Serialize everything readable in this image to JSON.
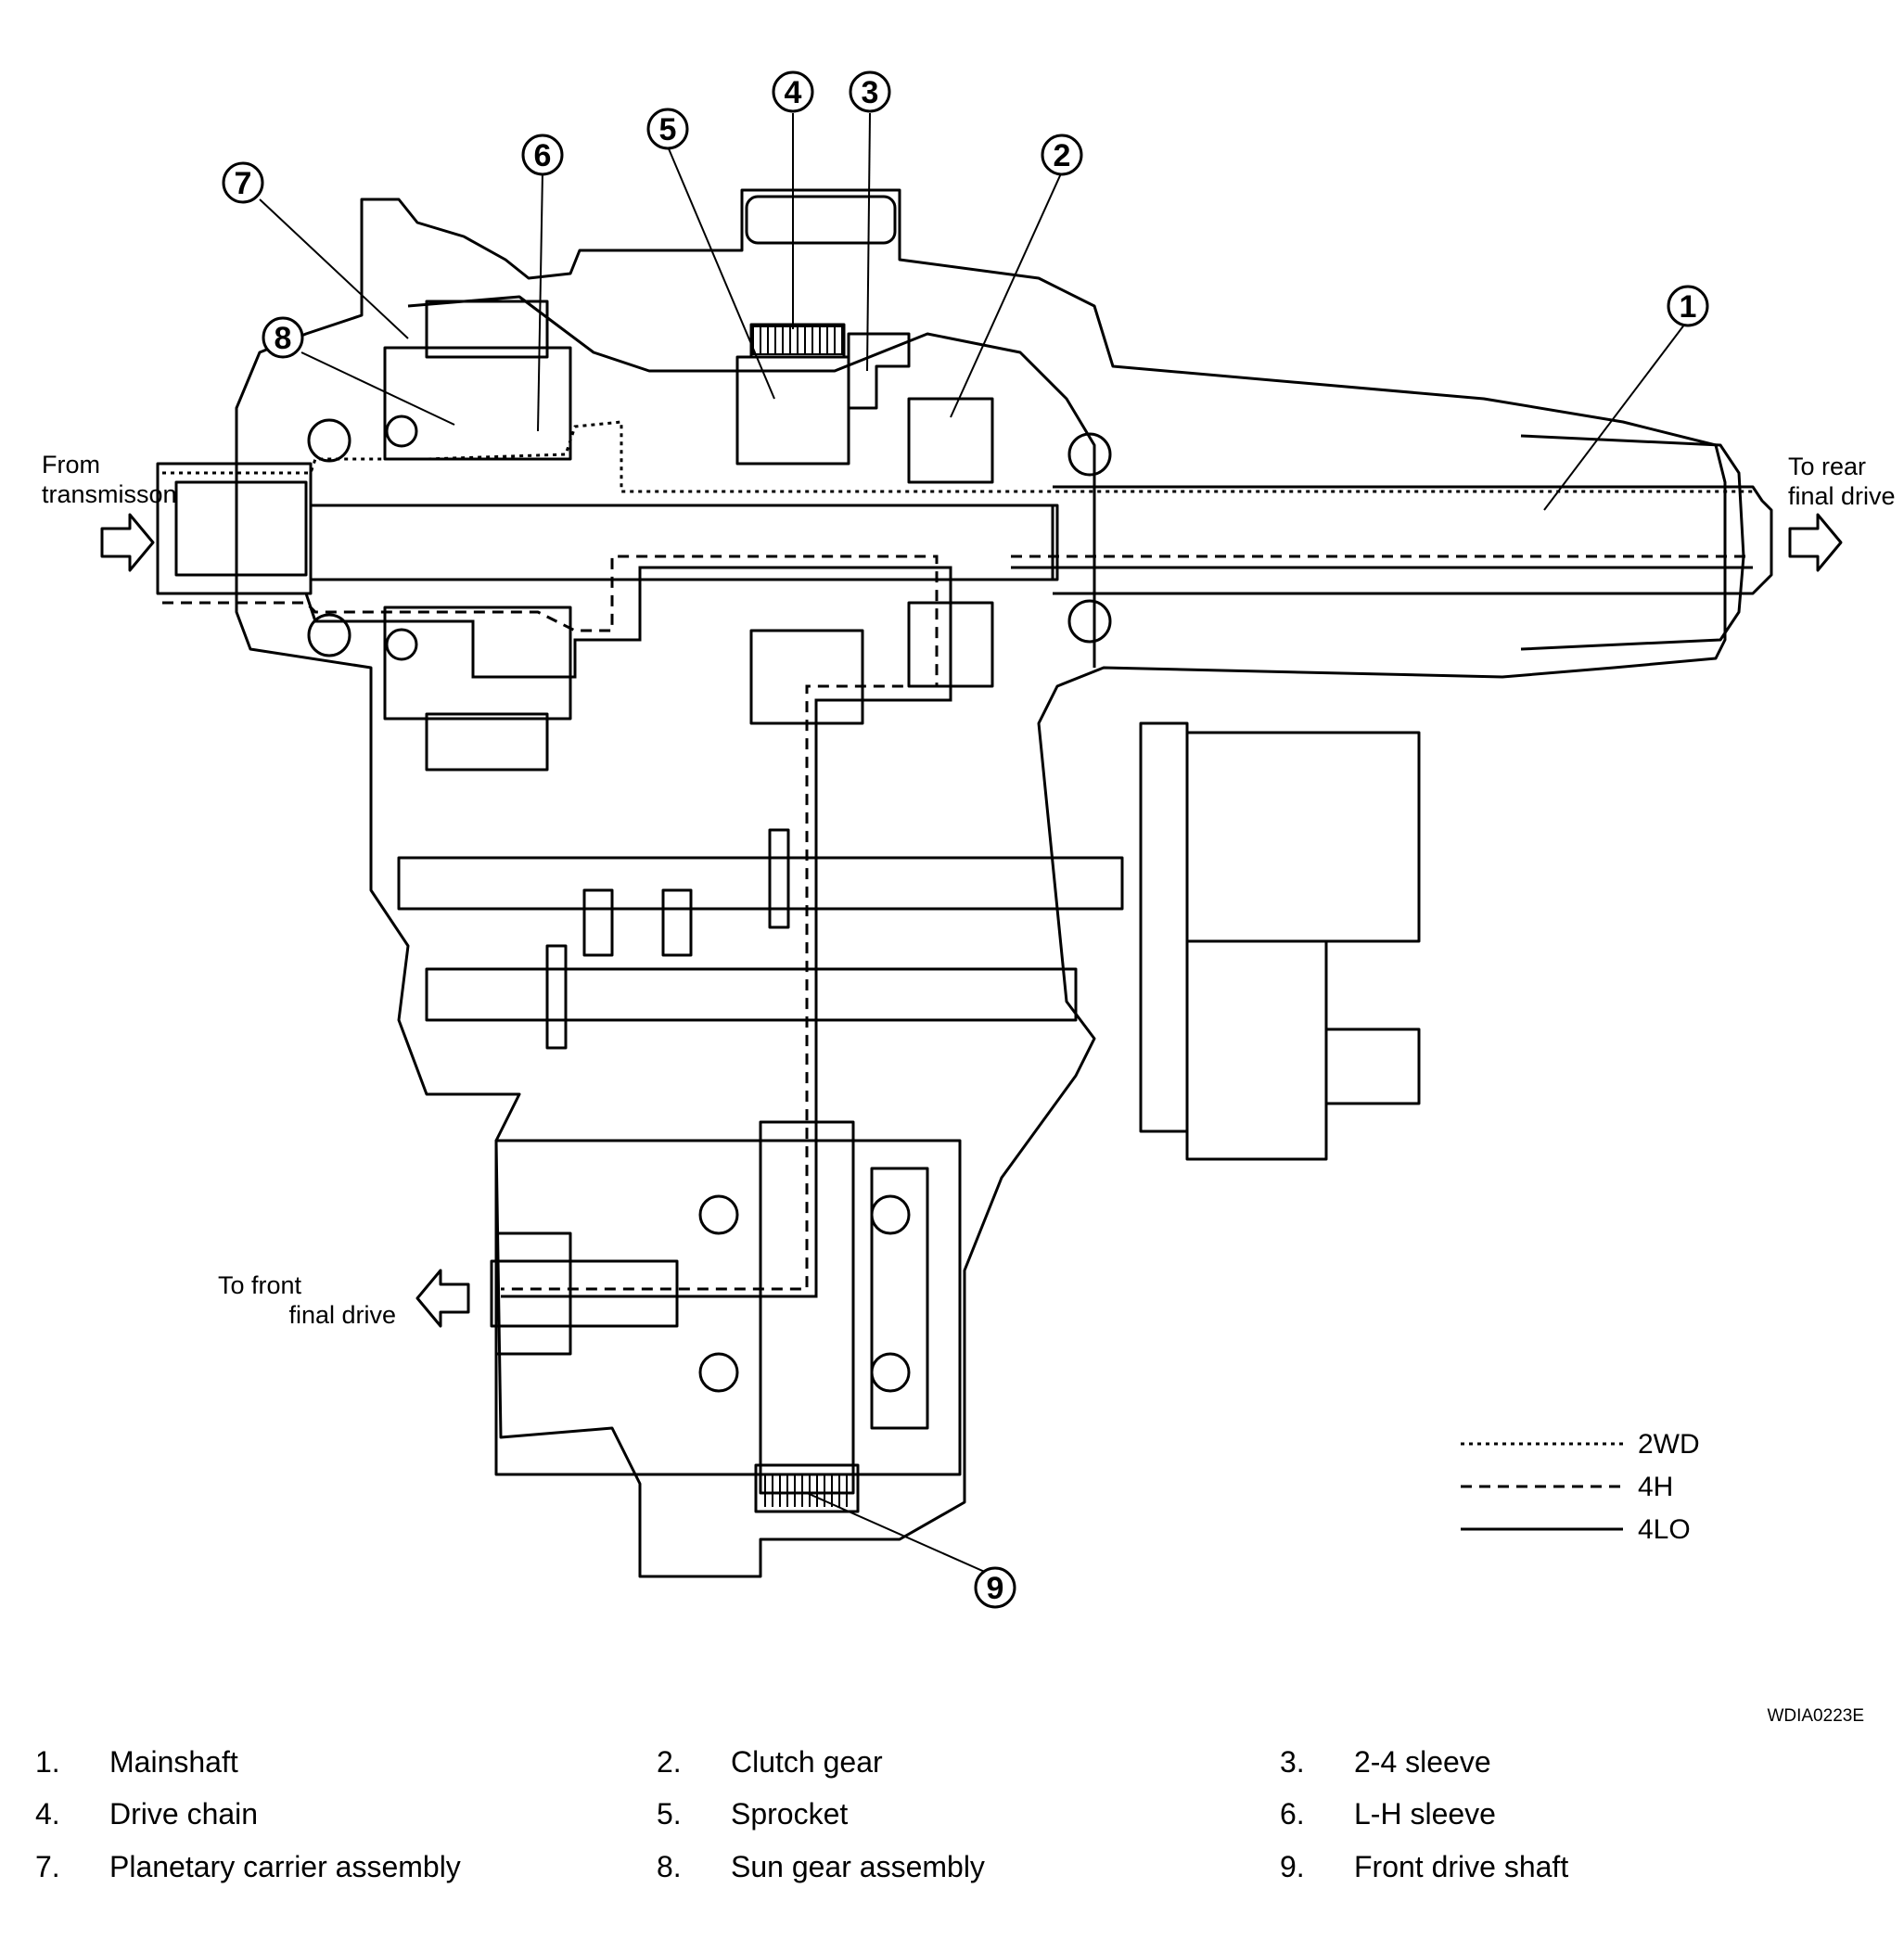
{
  "callouts": [
    {
      "number": "1",
      "name": "Mainshaft"
    },
    {
      "number": "2",
      "name": "Clutch gear"
    },
    {
      "number": "3",
      "name": "2-4 sleeve"
    },
    {
      "number": "4",
      "name": "Drive chain"
    },
    {
      "number": "5",
      "name": "Sprocket"
    },
    {
      "number": "6",
      "name": "L-H sleeve"
    },
    {
      "number": "7",
      "name": "Planetary carrier assembly"
    },
    {
      "number": "8",
      "name": "Sun gear assembly"
    },
    {
      "number": "9",
      "name": "Front drive shaft"
    }
  ],
  "flow_labels": {
    "input_line1": "From",
    "input_line2": "transmisson",
    "rear_line1": "To rear",
    "rear_line2": "final drive",
    "front_line1": "To front",
    "front_line2": "final drive"
  },
  "legend": [
    {
      "style": "dotted",
      "label": "2WD"
    },
    {
      "style": "dashed",
      "label": "4H"
    },
    {
      "style": "solid",
      "label": "4LO"
    }
  ],
  "figure_code": "WDIA0223E",
  "parts_list": [
    {
      "number": "1.",
      "name": "Mainshaft"
    },
    {
      "number": "2.",
      "name": "Clutch gear"
    },
    {
      "number": "3.",
      "name": "2-4 sleeve"
    },
    {
      "number": "4.",
      "name": "Drive chain"
    },
    {
      "number": "5.",
      "name": "Sprocket"
    },
    {
      "number": "6.",
      "name": "L-H sleeve"
    },
    {
      "number": "7.",
      "name": "Planetary carrier assembly"
    },
    {
      "number": "8.",
      "name": "Sun gear assembly"
    },
    {
      "number": "9.",
      "name": "Front drive shaft"
    }
  ]
}
